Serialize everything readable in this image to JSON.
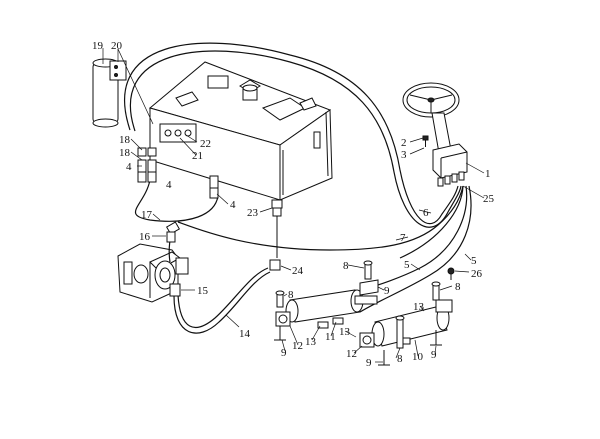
{
  "callouts": [
    {
      "id": "c19",
      "text": "19"
    },
    {
      "id": "c20",
      "text": "20"
    },
    {
      "id": "c18a",
      "text": "18"
    },
    {
      "id": "c18b",
      "text": "18"
    },
    {
      "id": "c22",
      "text": "22"
    },
    {
      "id": "c21",
      "text": "21"
    },
    {
      "id": "c4a",
      "text": "4"
    },
    {
      "id": "c4b",
      "text": "4"
    },
    {
      "id": "c4c",
      "text": "4"
    },
    {
      "id": "c2",
      "text": "2"
    },
    {
      "id": "c3",
      "text": "3"
    },
    {
      "id": "c1",
      "text": "1"
    },
    {
      "id": "c25",
      "text": "25"
    },
    {
      "id": "c6",
      "text": "6"
    },
    {
      "id": "c7",
      "text": "7"
    },
    {
      "id": "c5a",
      "text": "5"
    },
    {
      "id": "c5b",
      "text": "5"
    },
    {
      "id": "c26",
      "text": "26"
    },
    {
      "id": "c17",
      "text": "17"
    },
    {
      "id": "c16",
      "text": "16"
    },
    {
      "id": "c23",
      "text": "23"
    },
    {
      "id": "c24",
      "text": "24"
    },
    {
      "id": "c15",
      "text": "15"
    },
    {
      "id": "c14",
      "text": "14"
    },
    {
      "id": "c8a",
      "text": "8"
    },
    {
      "id": "c8b",
      "text": "8"
    },
    {
      "id": "c8c",
      "text": "8"
    },
    {
      "id": "c8d",
      "text": "8"
    },
    {
      "id": "c9a",
      "text": "9"
    },
    {
      "id": "c9b",
      "text": "9"
    },
    {
      "id": "c9c",
      "text": "9"
    },
    {
      "id": "c9d",
      "text": "9"
    },
    {
      "id": "c11",
      "text": "11"
    },
    {
      "id": "c13a",
      "text": "13"
    },
    {
      "id": "c13b",
      "text": "13"
    },
    {
      "id": "c13c",
      "text": "13"
    },
    {
      "id": "c12a",
      "text": "12"
    },
    {
      "id": "c12b",
      "text": "12"
    },
    {
      "id": "c10",
      "text": "10"
    }
  ]
}
